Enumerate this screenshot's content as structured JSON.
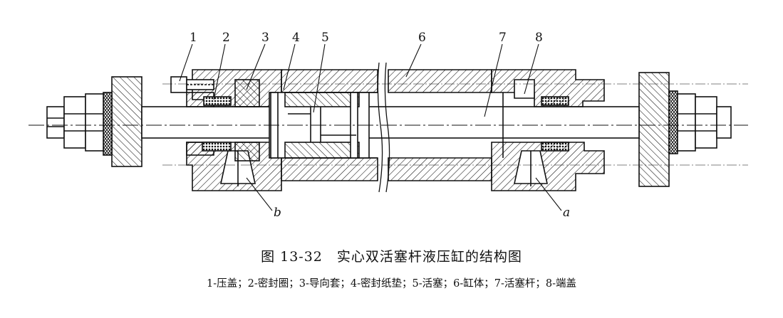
{
  "figure": {
    "callouts": [
      {
        "id": "1",
        "text": "1"
      },
      {
        "id": "2",
        "text": "2"
      },
      {
        "id": "3",
        "text": "3"
      },
      {
        "id": "4",
        "text": "4"
      },
      {
        "id": "5",
        "text": "5"
      },
      {
        "id": "6",
        "text": "6"
      },
      {
        "id": "7",
        "text": "7"
      },
      {
        "id": "8",
        "text": "8"
      },
      {
        "id": "a",
        "text": "a"
      },
      {
        "id": "b",
        "text": "b"
      }
    ]
  },
  "caption": {
    "title": "图 13-32　实心双活塞杆液压缸的结构图",
    "legend": "1-压盖；2-密封圈；3-导向套；4-密封纸垫；5-活塞；6-缸体；7-活塞杆；8-端盖"
  }
}
